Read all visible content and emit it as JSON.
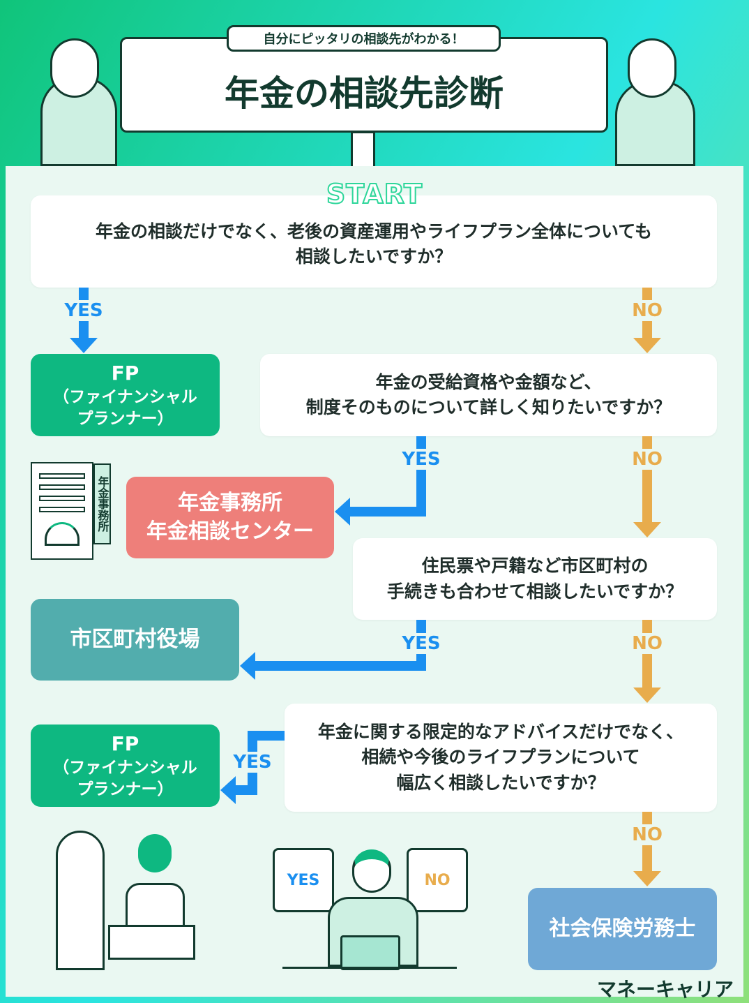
{
  "header": {
    "subtitle": "自分にピッタリの相談先がわかる！",
    "title": "年金の相談先診断"
  },
  "start_label": "START",
  "questions": [
    {
      "text_lines": [
        "年金の相談だけでなく、老後の資産運用やライフプラン全体についても",
        "相談したいですか？"
      ]
    },
    {
      "text_lines": [
        "年金の受給資格や金額など、",
        "制度そのものについて詳しく知りたいですか？"
      ]
    },
    {
      "text_lines": [
        "住民票や戸籍など市区町村の",
        "手続きも合わせて相談したいですか？"
      ]
    },
    {
      "text_lines": [
        "年金に関する限定的なアドバイスだけでなく、",
        "相続や今後のライフプランについて",
        "幅広く相談したいですか？"
      ]
    }
  ],
  "answers": {
    "yes": "YES",
    "no": "NO"
  },
  "results": {
    "fp": {
      "title": "FP",
      "sub1": "（ファイナンシャル",
      "sub2": "プランナー）"
    },
    "pension_office": {
      "line1": "年金事務所",
      "line2": "年金相談センター"
    },
    "city_hall": "市区町村役場",
    "sharoushi": "社会保険労務士"
  },
  "building_sign": "年金事務所",
  "illustration_cards": {
    "yes": "YES",
    "no": "NO"
  },
  "brand": "マネーキャリア",
  "colors": {
    "yes": "#1a8ff0",
    "no": "#e8ac4c",
    "fp": "#0eb881",
    "office": "#ee7f7a",
    "city": "#52adad",
    "sharoushi": "#6fa8d6"
  }
}
